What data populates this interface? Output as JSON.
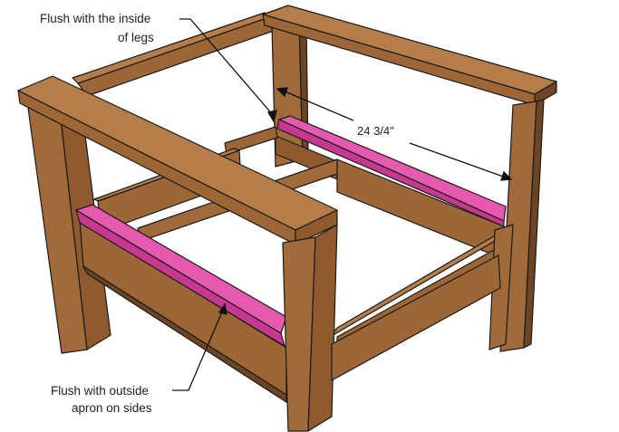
{
  "annotations": {
    "inside_legs": {
      "line1": "Flush with the inside",
      "line2": "of legs"
    },
    "dimension": "24 3/4\"",
    "outside_apron": {
      "line1": "Flush with outside",
      "line2": "apron on sides"
    }
  },
  "colors": {
    "wood_light": "#B57D4A",
    "wood_mid": "#9C6637",
    "wood_dark": "#6E4524",
    "highlight_top": "#E65AAE",
    "highlight_side": "#C73990",
    "line": "#1a1a1a",
    "background": "#ffffff"
  }
}
